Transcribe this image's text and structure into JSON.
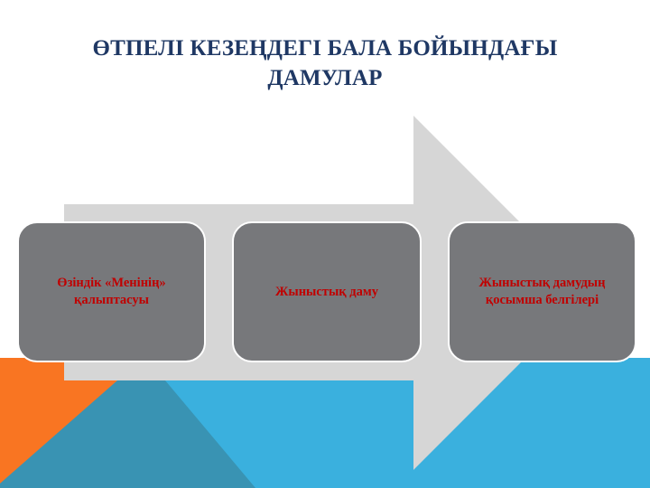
{
  "slide": {
    "title_lines": [
      "ӨТПЕЛІ КЕЗЕҢДЕГІ БАЛА БОЙЫНДАҒЫ",
      "ДАМУЛАР"
    ],
    "colors": {
      "title": "#1f3864",
      "box_fill": "#77787b",
      "box_text": "#c00000",
      "arrow": "#d6d6d6",
      "orange": "#f97522",
      "teal_dark": "#3993b3",
      "blue_light": "#3ab0de"
    }
  },
  "process": {
    "arrow_icon": "right-arrow",
    "steps": [
      {
        "lines": [
          "Өзіндік «Менінің»",
          "қалыптасуы"
        ]
      },
      {
        "lines": [
          "Жыныстық даму"
        ]
      },
      {
        "lines": [
          "Жыныстық дамудың",
          "қосымша белгілері"
        ]
      }
    ]
  }
}
